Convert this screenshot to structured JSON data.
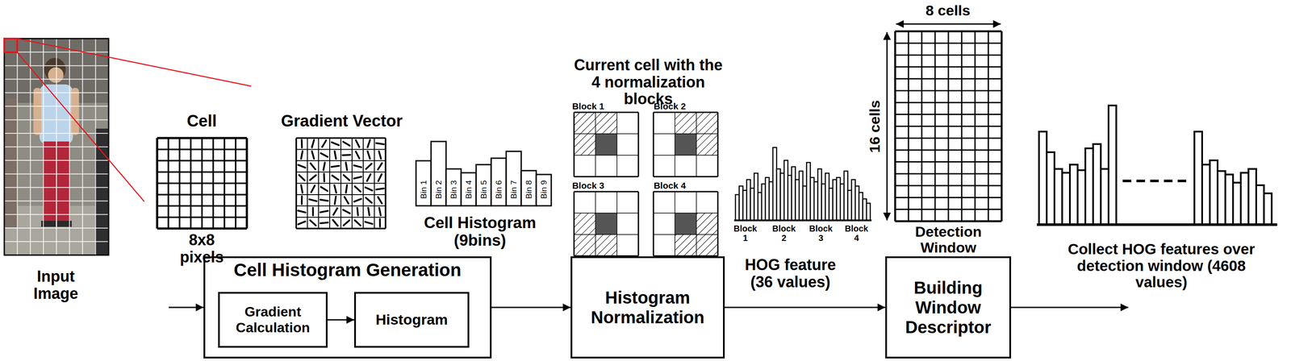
{
  "diagram": {
    "nodes": [
      {
        "text": [
          "Cell Histogram Generation"
        ]
      },
      {
        "text": [
          "Gradient Calculation"
        ],
        "in": 0
      },
      {
        "text": [
          "Histogram"
        ],
        "in": 0
      },
      {
        "text": [
          "Histogram Normalization"
        ]
      },
      {
        "text": [
          "Building Window Descriptor"
        ]
      }
    ],
    "edges": [
      {
        "from": 1,
        "to": 2,
        "arrow": "to"
      },
      {
        "from": 0,
        "to": 3,
        "arrow": "to"
      },
      {
        "from": 3,
        "to": 4,
        "arrow": "to"
      }
    ],
    "labels": [
      "Input Image",
      "Cell",
      "8x8 pixels",
      "Gradient Vector",
      "Bin 1",
      "Bin 2",
      "Bin 3",
      "Bin 4",
      "Bin 5",
      "Bin 6",
      "Bin 7",
      "Bin 8",
      "Bin 9",
      "Cell Histogram (9bins)",
      "Current cell with the 4 normalization blocks",
      "Block 1",
      "Block 2",
      "Block 3",
      "Block 4",
      "Block 1",
      "Block 2",
      "Block 3",
      "Block 4",
      "HOG feature (36 values)",
      "8 cells",
      "16 cells",
      "Detection Window",
      "Collect HOG features over detection window (4608 values)"
    ]
  }
}
